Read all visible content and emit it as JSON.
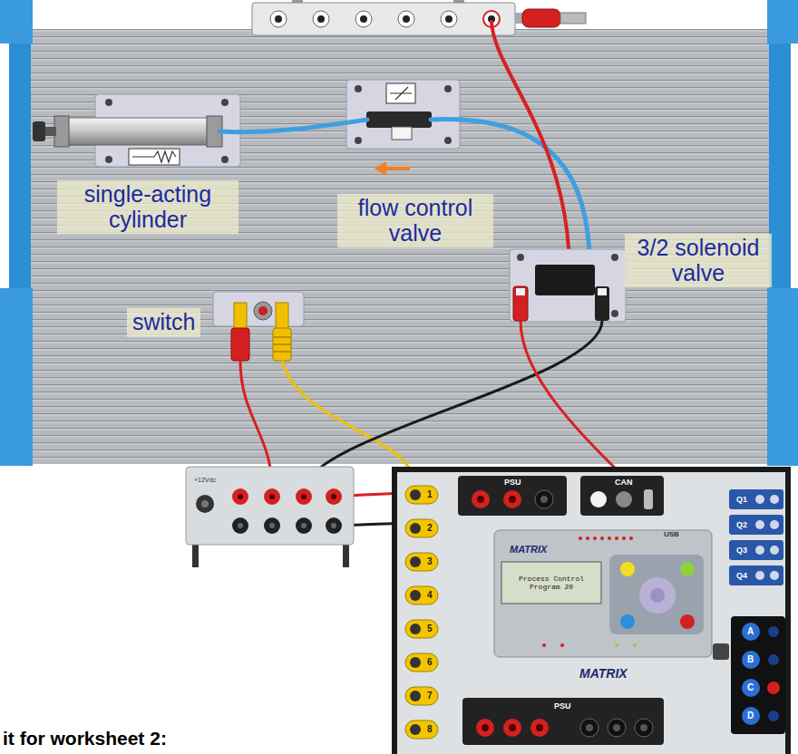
{
  "diagram": {
    "title": "it for worksheet 2:",
    "nodes": [
      {
        "text": [
          "single-acting cylinder"
        ]
      },
      {
        "text": [
          "flow control valve"
        ]
      },
      {
        "text": [
          "3/2 solenoid valve"
        ]
      },
      {
        "text": [
          "switch"
        ]
      }
    ],
    "labels": [
      "PSU",
      "CAN",
      "USB",
      "Q1",
      "Q2",
      "Q3",
      "Q4",
      "A",
      "B",
      "C",
      "D",
      "1",
      "2",
      "3",
      "4",
      "5",
      "6",
      "7",
      "8",
      "MATRIX",
      "Process Control Program 20",
      "MATRIX",
      "PSU",
      "+12Vdc"
    ]
  }
}
